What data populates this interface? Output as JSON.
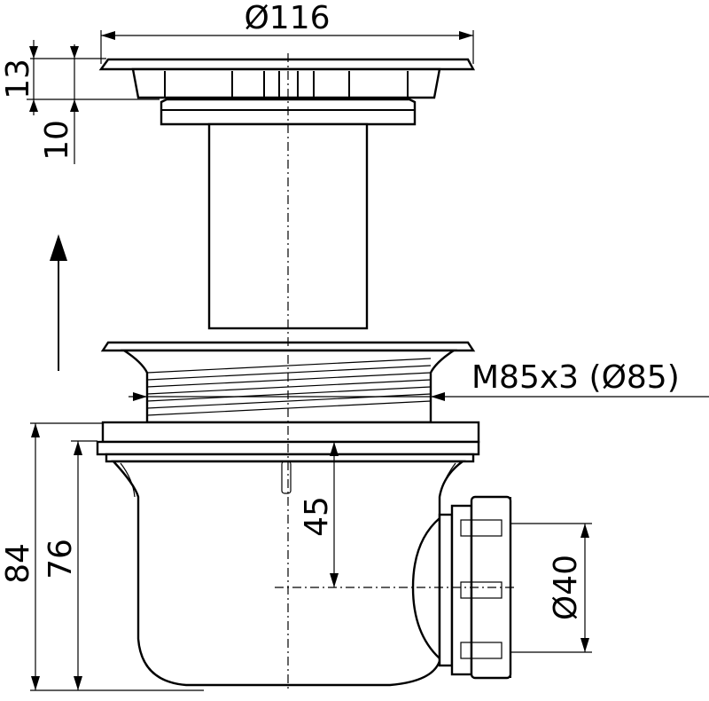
{
  "dimensions": {
    "top_diameter": "Ø116",
    "grate_height": "13",
    "frame_height": "10",
    "thread_spec": "M85x3 (Ø85)",
    "total_height": "84",
    "body_height": "76",
    "outlet_axis_height": "45",
    "outlet_diameter": "Ø40"
  },
  "colors": {
    "line": "#000000",
    "background": "#ffffff"
  },
  "icons": {
    "direction_arrow": "arrow-up-icon"
  }
}
